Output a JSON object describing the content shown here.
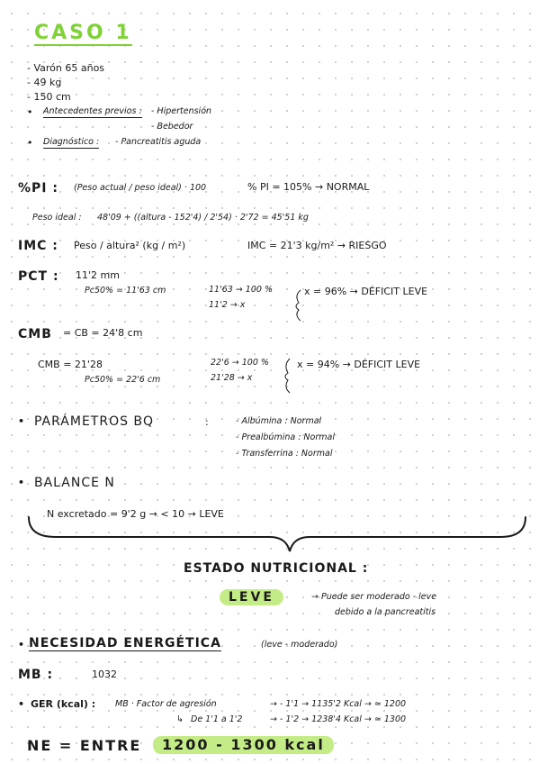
{
  "title": "CASO 1",
  "patient": {
    "items": [
      "- Varón 65 años",
      "-   49 kg",
      "-   150 cm"
    ],
    "antecedents_label": "Antecedentes previos :",
    "antecedents": [
      "- Hipertensión",
      "- Bebedor"
    ],
    "diagnosis_label": "Diagnóstico :",
    "diagnosis_value": "- Pancreatitis aguda"
  },
  "pi": {
    "label": "%PI :",
    "formula": "(Peso actual / peso ideal) · 100",
    "result": "% PI = 105% → NORMAL",
    "ideal_label": "Peso ideal :",
    "ideal_value": "48'09 + ((altura - 152'4) / 2'54) · 2'72 = 45'51 kg"
  },
  "imc": {
    "label": "IMC :",
    "formula": "Peso / altura²  (kg / m²)",
    "result": "IMC = 21'3 kg/m² → RIESGO"
  },
  "pct": {
    "label": "PCT :",
    "value": "11'2 mm",
    "p50": "Pc50% = 11'63 cm",
    "rule1": "11'63 → 100 %",
    "rule2": "11'2 → x",
    "result": "x = 96% → DÉFICIT LEVE"
  },
  "cmb": {
    "label": "CMB",
    "cb": "= CB = 24'8 cm",
    "value": "CMB = 21'28",
    "p50": "Pc50% = 22'6 cm",
    "rule1": "22'6 → 100 %",
    "rule2": "21'28 → x",
    "result": "x = 94% → DÉFICIT LEVE"
  },
  "bq": {
    "label": "PARÁMETROS BQ",
    "items": [
      "- Albúmina : Normal",
      "- Prealbúmina : Normal",
      "- Transferrina : Normal"
    ]
  },
  "balance": {
    "label": "BALANCE N",
    "detail": "N excretado = 9'2 g → < 10 → LEVE"
  },
  "estado": {
    "label": "ESTADO NUTRICIONAL :",
    "value": "LEVE",
    "note1": "→ Puede ser moderado - leve",
    "note2": "debido a la pancreatitis"
  },
  "necesidad": {
    "label": "NECESIDAD ENERGÉTICA",
    "note": "(leve - moderado)"
  },
  "mb": {
    "label": "MB :",
    "value": "1032"
  },
  "ger": {
    "label": "GER (kcal) :",
    "formula": "MB · Factor de agresión",
    "range_label": "De 1'1 a 1'2",
    "row1": "→   - 1'1 →  1135'2 Kcal → ≃ 1200",
    "row2": "→   - 1'2 →  1238'4 Kcal → ≃ 1300"
  },
  "ne": {
    "label": "NE = ENTRE",
    "value": "1200 - 1300 kcal"
  },
  "colors": {
    "accent": "#7fd235",
    "highlight": "#c4ec86"
  }
}
